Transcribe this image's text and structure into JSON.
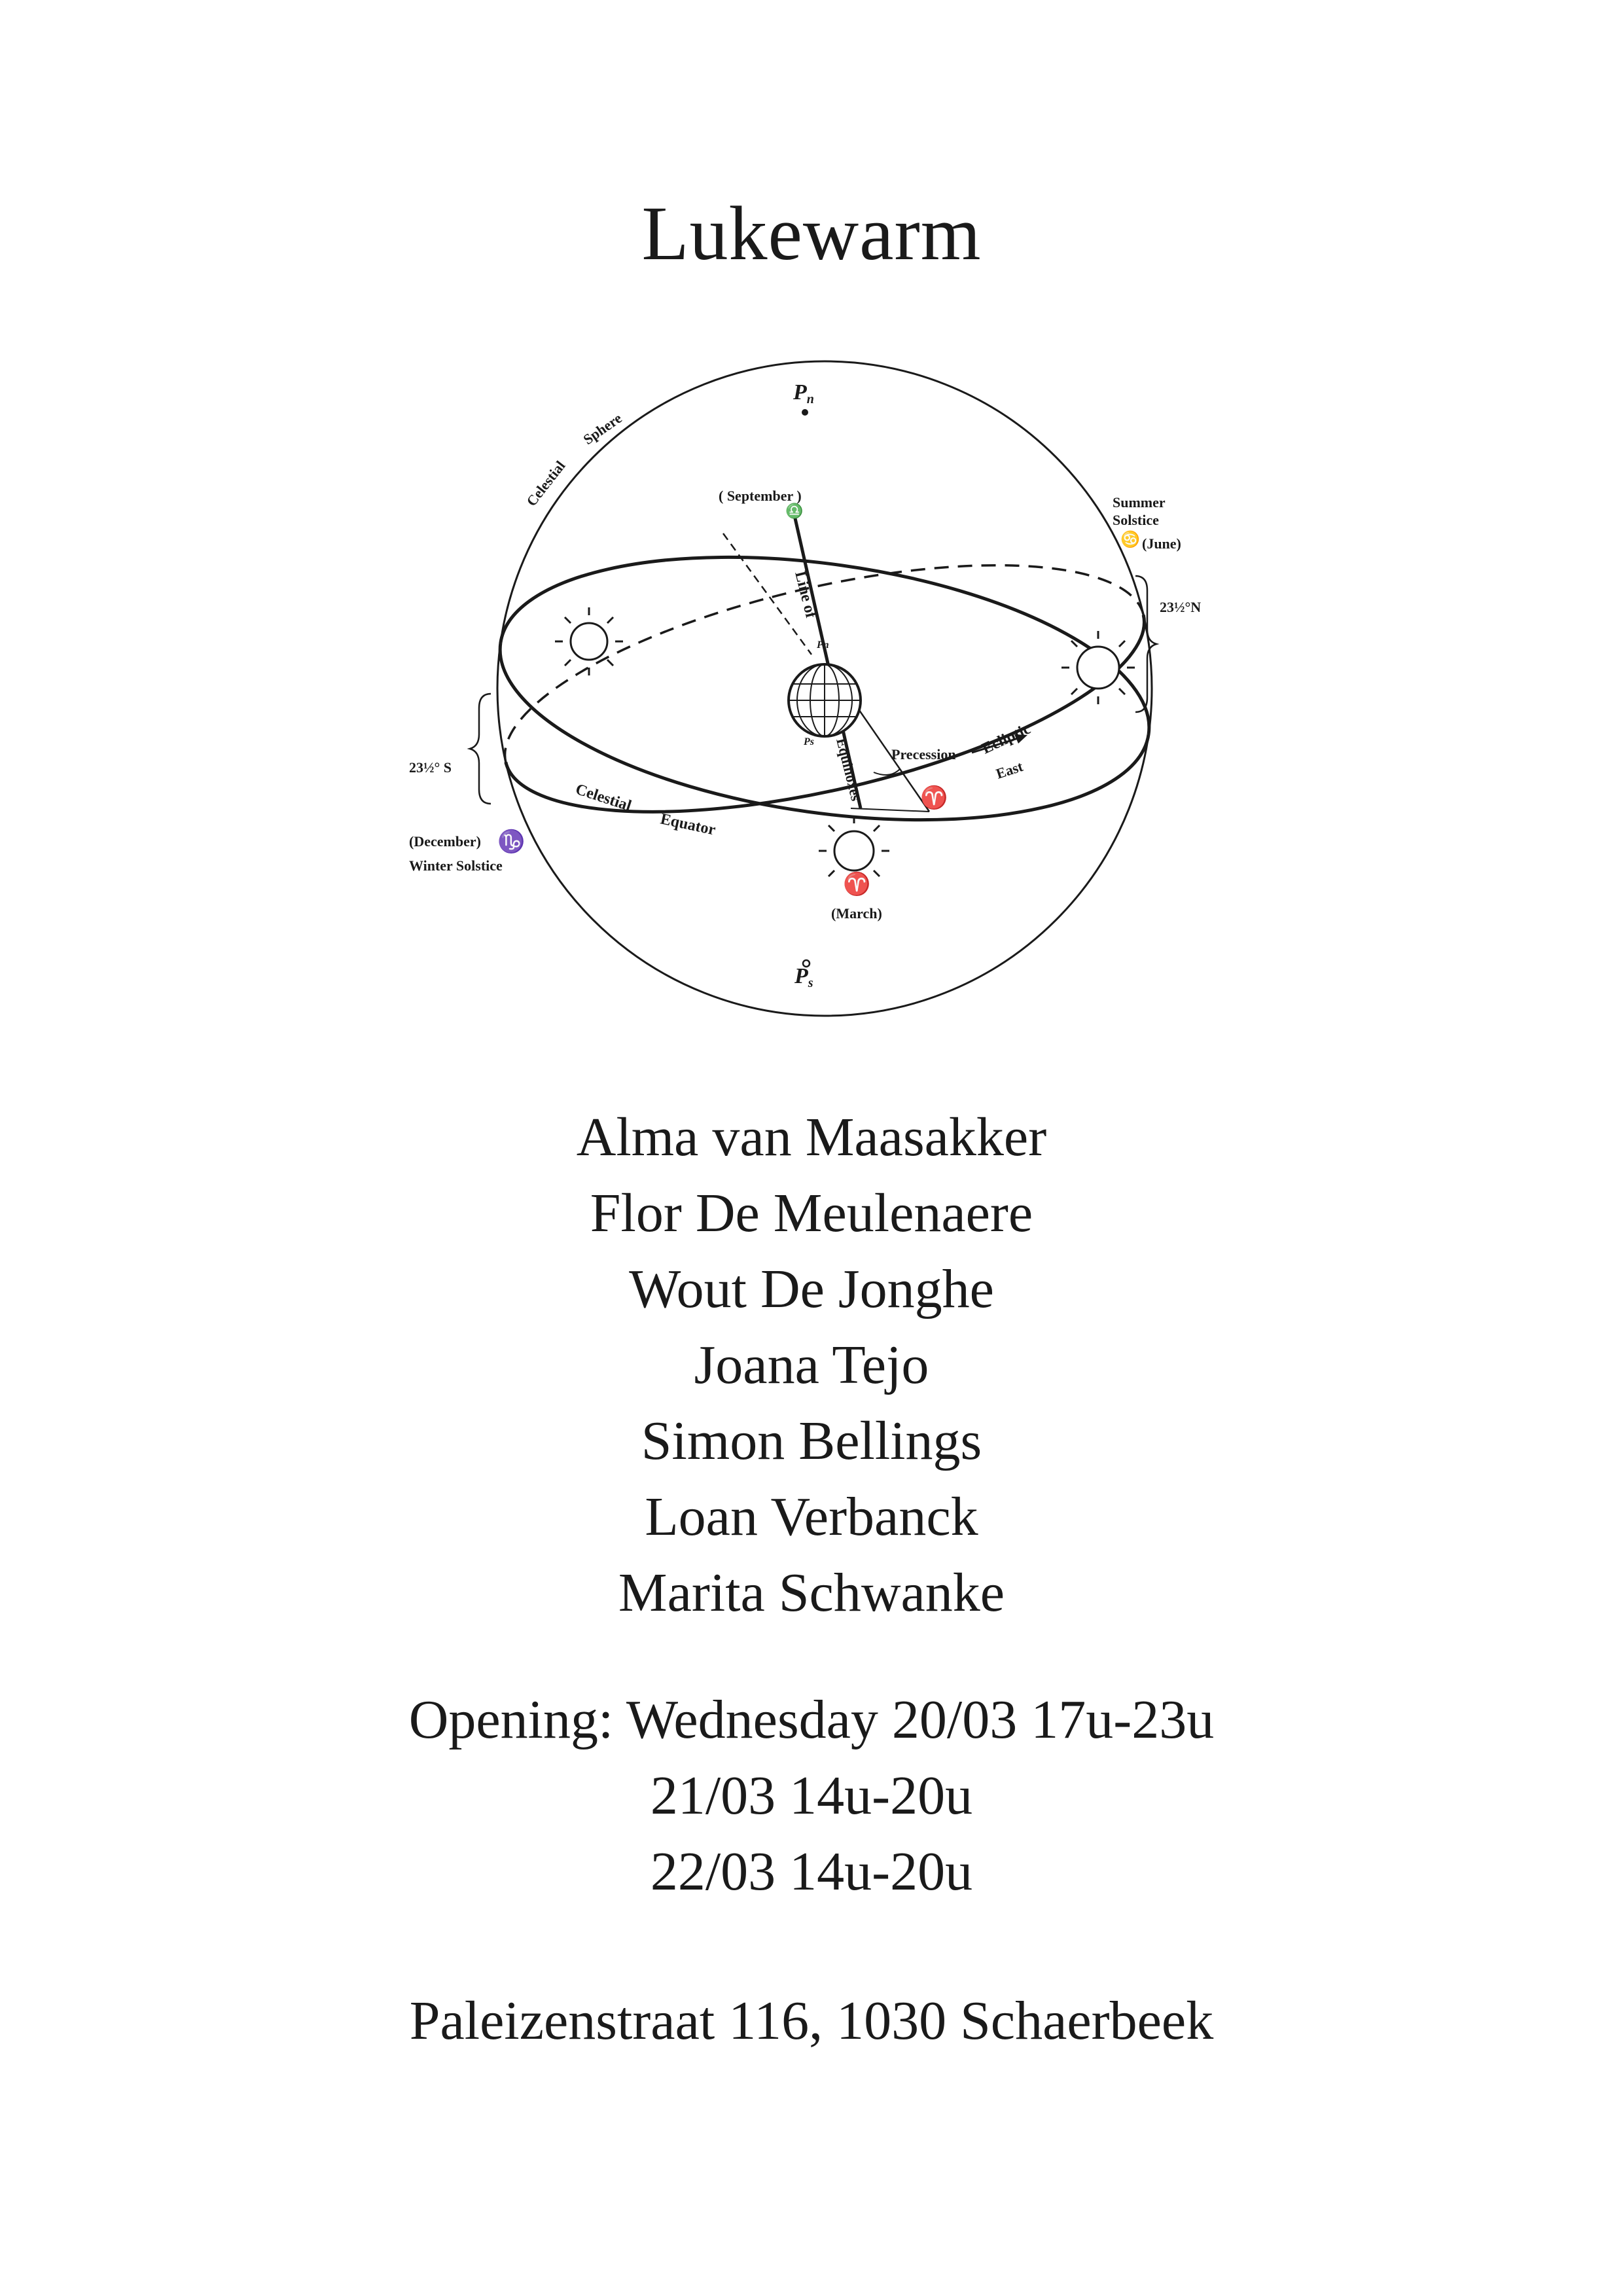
{
  "title": "Lukewarm",
  "diagram": {
    "labels": {
      "pole_north": "P",
      "pole_north_sub": "n",
      "pole_south": "P",
      "pole_south_sub": "s",
      "celestial_sphere_1": "Celestial",
      "celestial_sphere_2": "Sphere",
      "september": "( September )",
      "summer_solstice_1": "Summer",
      "summer_solstice_2": "Solstice",
      "june": "(June)",
      "north_tilt": "23½°N",
      "south_tilt": "23½° S",
      "line_of": "Line  of",
      "equinoxes": "Equinoxes",
      "inner_pn": "Pn",
      "inner_ps": "Ps",
      "precession": "Precession",
      "ecliptic": "Ecliptic",
      "east": "East",
      "celestial_equator_1": "Celestial",
      "celestial_equator_2": "Equator",
      "december": "(December)",
      "winter_solstice": "Winter Solstice",
      "march": "(March)",
      "aries_symbol": "♈",
      "capricorn_symbol": "♑",
      "libra_symbol": "♎",
      "cancer_symbol": "♋"
    }
  },
  "artists": [
    "Alma van Maasakker",
    "Flor De Meulenaere",
    "Wout De Jonghe",
    "Joana Tejo",
    "Simon Bellings",
    "Loan Verbanck",
    "Marita Schwanke"
  ],
  "dates": [
    "Opening: Wednesday 20/03 17u-23u",
    "21/03 14u-20u",
    "22/03 14u-20u"
  ],
  "address": "Paleizenstraat 116, 1030 Schaerbeek"
}
